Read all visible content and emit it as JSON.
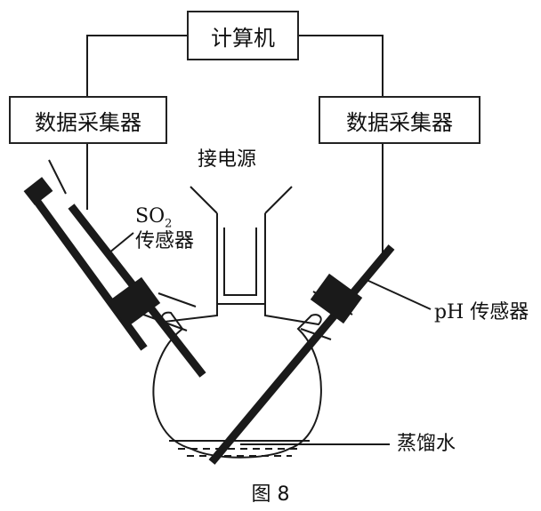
{
  "computer_label": "计算机",
  "left_collector_label": "数据采集器",
  "right_collector_label": "数据采集器",
  "power_label": "接电源",
  "so2_sensor": {
    "formula_main": "SO",
    "formula_sub": "2",
    "name": "传感器"
  },
  "ph_sensor_label": "pH 传感器",
  "water_label": "蒸馏水",
  "caption": "图 8"
}
